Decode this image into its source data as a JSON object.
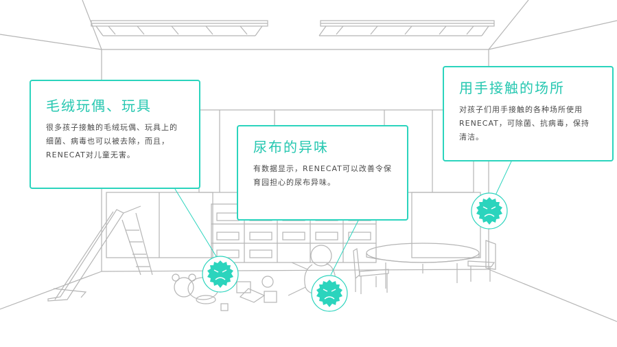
{
  "cards": [
    {
      "title": "毛绒玩偶、玩具",
      "body": "很多孩子接触的毛绒玩偶、玩具上的细菌、病毒也可以被去除，而且，RENECAT对儿童无害。"
    },
    {
      "title": "尿布的异味",
      "body": "有数据显示，RENECAT可以改善令保育园担心的尿布异味。"
    },
    {
      "title": "用手接触的场所",
      "body": "对孩子们用手接触的各种场所使用RENECAT，可除菌、抗病毒，保持清洁。"
    }
  ],
  "colors": {
    "accent": "#2bd4bd",
    "line": "#b5b5b5",
    "text": "#4a4a4a"
  },
  "icons": [
    "germ-icon",
    "germ-icon",
    "germ-icon"
  ]
}
